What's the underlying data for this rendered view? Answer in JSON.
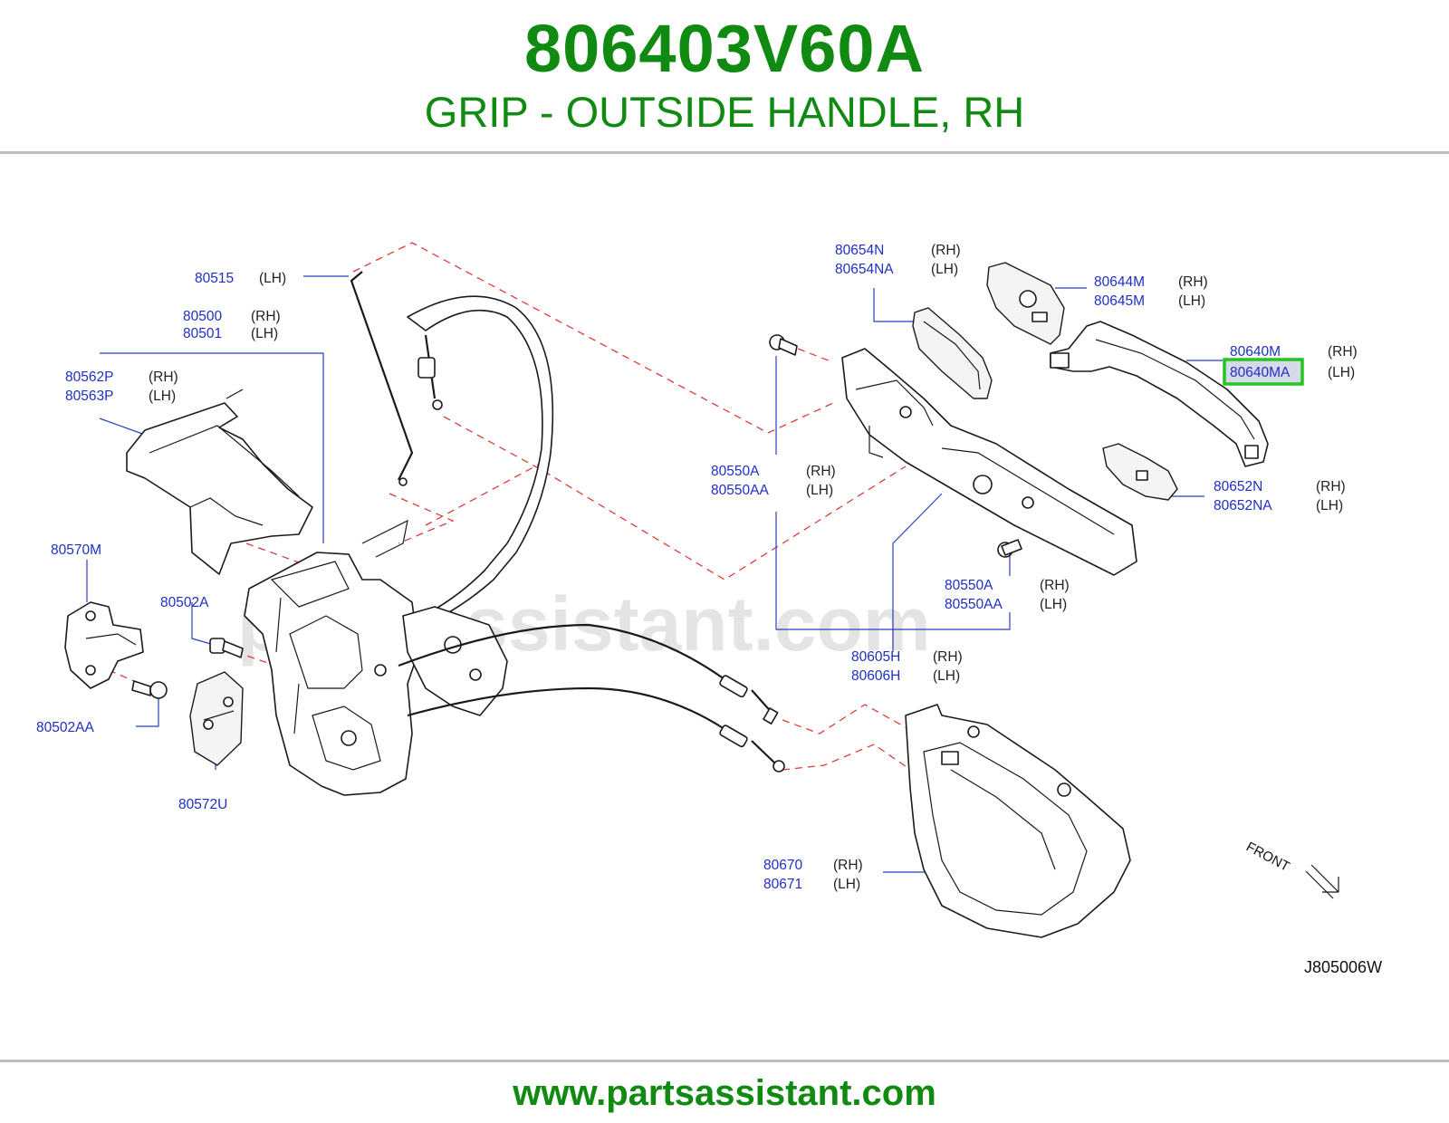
{
  "header": {
    "part_number": "806403V60A",
    "description": "GRIP - OUTSIDE HANDLE, RH"
  },
  "footer": {
    "url": "www.partsassistant.com"
  },
  "watermark": "partsassistant.com",
  "diagram_ref": "J805006W",
  "front_label": "FRONT",
  "colors": {
    "brand_green": "#118a11",
    "link_blue": "#1f2fc4",
    "highlight": "#22c522",
    "dash_red": "#e03a3a"
  },
  "callouts": {
    "c80515": {
      "code": "80515",
      "side": "(LH)"
    },
    "c80500": {
      "code": "80500",
      "side": "(RH)"
    },
    "c80501": {
      "code": "80501",
      "side": "(LH)"
    },
    "c80562P": {
      "code": "80562P",
      "side": "(RH)"
    },
    "c80563P": {
      "code": "80563P",
      "side": "(LH)"
    },
    "c80570M": {
      "code": "80570M"
    },
    "c80502A": {
      "code": "80502A"
    },
    "c80502AA": {
      "code": "80502AA"
    },
    "c80572U": {
      "code": "80572U"
    },
    "c80654N": {
      "code": "80654N",
      "side": "(RH)"
    },
    "c80654NA": {
      "code": "80654NA",
      "side": "(LH)"
    },
    "c80644M": {
      "code": "80644M",
      "side": "(RH)"
    },
    "c80645M": {
      "code": "80645M",
      "side": "(LH)"
    },
    "c80640M": {
      "code": "80640M",
      "side": "(RH)"
    },
    "c80640MA": {
      "code": "80640MA",
      "side": "(LH)"
    },
    "c80550A_1": {
      "code": "80550A",
      "side": "(RH)"
    },
    "c80550AA_1": {
      "code": "80550AA",
      "side": "(LH)"
    },
    "c80652N": {
      "code": "80652N",
      "side": "(RH)"
    },
    "c80652NA": {
      "code": "80652NA",
      "side": "(LH)"
    },
    "c80550A_2": {
      "code": "80550A",
      "side": "(RH)"
    },
    "c80550AA_2": {
      "code": "80550AA",
      "side": "(LH)"
    },
    "c80605H": {
      "code": "80605H",
      "side": "(RH)"
    },
    "c80606H": {
      "code": "80606H",
      "side": "(LH)"
    },
    "c80670": {
      "code": "80670",
      "side": "(RH)"
    },
    "c80671": {
      "code": "80671",
      "side": "(LH)"
    }
  }
}
